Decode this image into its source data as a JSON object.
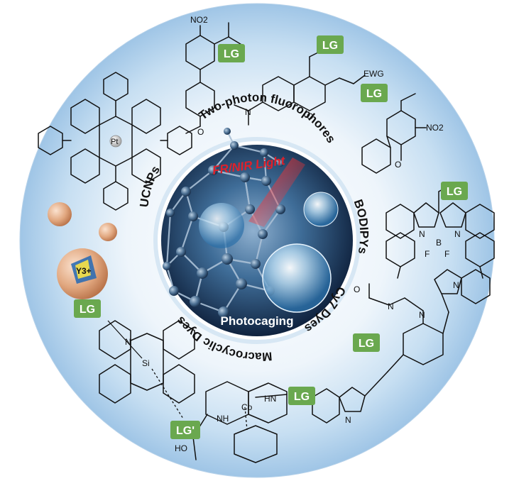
{
  "center": {
    "light_label": "FR/NIR Light",
    "caption": "Photocaging"
  },
  "ring_labels": {
    "two_photon": "Two-photon fluorophores",
    "bodipys": "BODIPYs",
    "cy7": "Cy7 Dyes",
    "macrocyclic": "Macrocyclic Dyes",
    "ucnps": "UCNPs"
  },
  "tags": {
    "lg": "LG",
    "lg_prime": "LG'"
  },
  "chem_labels": {
    "no2": "NO2",
    "ewg": "EWG",
    "pt": "Pt",
    "y3": "Y3+",
    "si": "Si",
    "co": "Co",
    "b": "B",
    "f": "F",
    "n": "N",
    "o": "O",
    "nh": "NH",
    "hn": "HN",
    "ho": "HO"
  },
  "colors": {
    "tag_green": "#6aa84f",
    "center_red": "#e0202a",
    "ring_blue": "#cfe3f4",
    "caption_white": "#ffffff"
  }
}
